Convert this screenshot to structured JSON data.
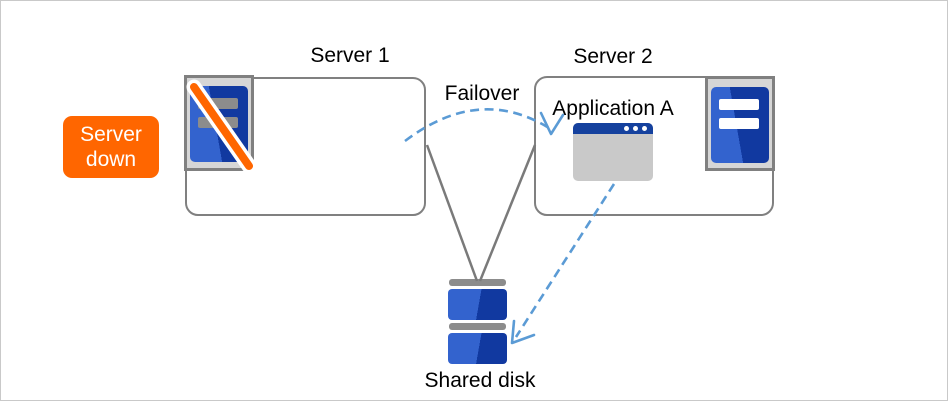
{
  "labels": {
    "server1": "Server 1",
    "server2": "Server 2",
    "failover": "Failover",
    "application": "Application A",
    "shared_disk": "Shared disk",
    "server_down": "Server down"
  },
  "icons": {
    "server1_icon": "server-tower-crossed-out",
    "server2_icon": "server-tower",
    "application_icon": "application-window",
    "shared_disk_icon": "disk-stack",
    "failover_arrow": "dashed-curved-arrow-right",
    "app_to_disk_arrow": "dashed-arrow-to-disk",
    "server_down_slash": "orange-diagonal-slash"
  },
  "colors": {
    "badge_orange": "#FF6600",
    "arrow_blue": "#5B9BD5",
    "line_gray": "#7A7A7A",
    "box_border_gray": "#808080",
    "server_blue_light": "#3363CE",
    "server_blue_dark": "#1139A0",
    "titlebar_blue": "#15419E",
    "icon_bg_gray": "#D6D6D6",
    "disk_bar_gray": "#8C8C8C",
    "window_body_gray": "#C9C9C9"
  }
}
